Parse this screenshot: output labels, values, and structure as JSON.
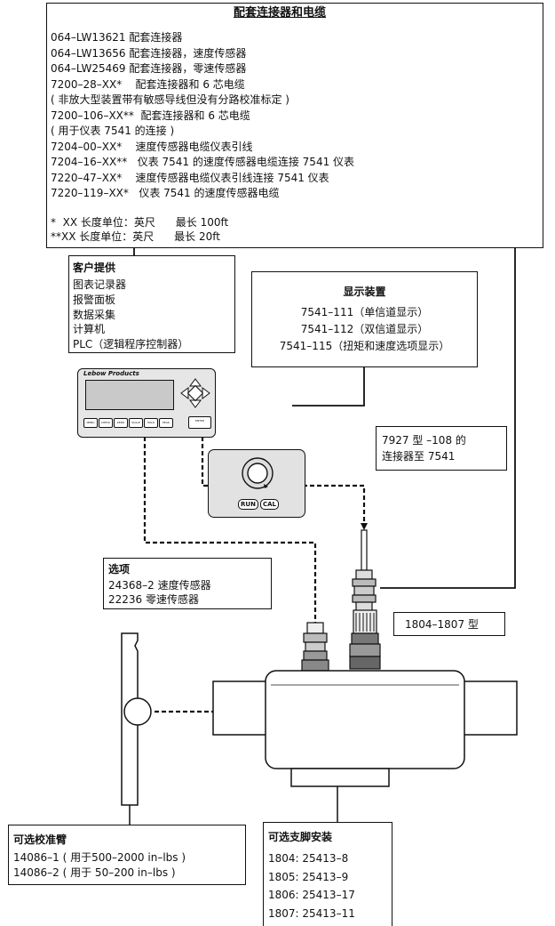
{
  "connectors_box": {
    "title": "配套连接器和电缆",
    "lines": [
      "064–LW13621 配套连接器",
      "064–LW13656 配套连接器，速度传感器",
      "064–LW25469 配套连接器，零速传感器",
      "7200–28–XX*    配套连接器和 6 芯电缆",
      "( 非放大型装置带有敏感导线但没有分路校准标定 )",
      "7200–106–XX**  配套连接器和 6 芯电缆",
      "( 用于仪表 7541 的连接 )",
      "7204–00–XX*    速度传感器电缆仪表引线",
      "7204–16–XX**   仪表 7541 的速度传感器电缆连接 7541 仪表",
      "7220–47–XX*    速度传感器电缆仪表引线连接 7541 仪表",
      "7220–119–XX*   仪表 7541 的速度传感器电缆"
    ],
    "notes": [
      "*  XX 长度单位：英尺      最长 100ft",
      "**XX 长度单位：英尺      最长 20ft"
    ]
  },
  "customer_box": {
    "title": "客户提供",
    "items": [
      "图表记录器",
      "报警面板",
      "数据采集",
      "计算机",
      "PLC（逻辑程序控制器）"
    ]
  },
  "display_box": {
    "title": "显示装置",
    "items": [
      "7541–111（单信道显示）",
      "7541–112（双信道显示）",
      "7541–115（扭矩和速度选项显示）"
    ]
  },
  "instrument": {
    "brand": "Lebow Products",
    "buttons": [
      "MENU",
      "CHECK",
      "ZERO",
      "SCALE",
      "HOLD",
      "PEAK",
      "ENTER"
    ]
  },
  "connector_note": {
    "lines": [
      "7927 型 –108 的",
      "连接器至 7541"
    ]
  },
  "calibrator": {
    "run": "RUN",
    "cal": "CAL"
  },
  "options_box": {
    "title": "选项",
    "items": [
      "24368–2 速度传感器",
      "22236 零速传感器"
    ]
  },
  "model_label": "1804–1807 型",
  "arm_box": {
    "title": "可选校准臂",
    "items": [
      "14086–1 ( 用于500–2000 in–lbs )",
      "14086–2 ( 用于 50–200 in–lbs )"
    ]
  },
  "foot_box": {
    "title": "可选支脚安装",
    "items": [
      "1804: 25413–8",
      "1805: 25413–9",
      "1806: 25413–17",
      "1807: 25413–11"
    ]
  }
}
